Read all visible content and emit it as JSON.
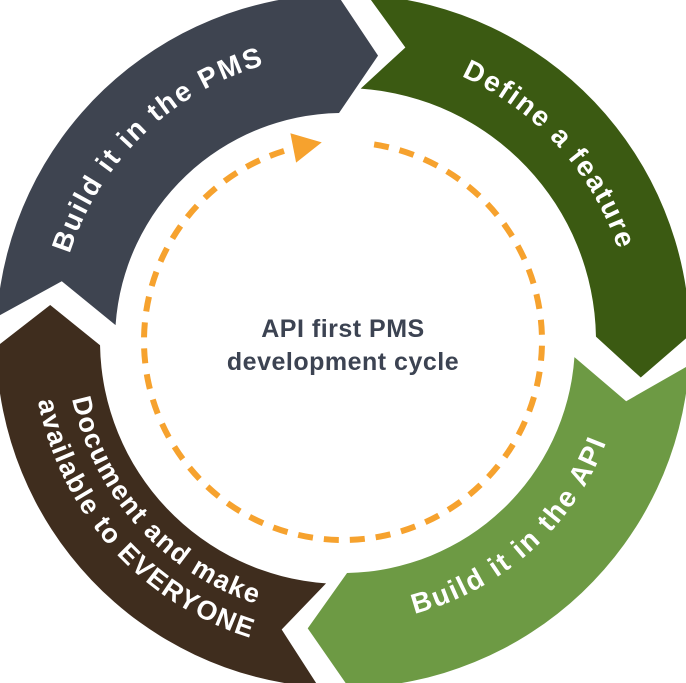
{
  "diagram": {
    "center_title": {
      "lines": [
        "API first PMS",
        "development cycle"
      ],
      "color": "#3C4352"
    },
    "flow_indicator": {
      "style": "dashed-circle",
      "direction": "clockwise",
      "color": "#F6A22E"
    },
    "segments": [
      {
        "id": "build-pms",
        "lines": [
          "Build it in the PMS"
        ],
        "color": "#3E4450",
        "text_color": "#FFFFFF"
      },
      {
        "id": "define-feature",
        "lines": [
          "Define a feature"
        ],
        "color": "#3B5A12",
        "text_color": "#FFFFFF"
      },
      {
        "id": "build-api",
        "lines": [
          "Build it in the API"
        ],
        "color": "#6D9A44",
        "text_color": "#FFFFFF"
      },
      {
        "id": "document-everyone",
        "lines": [
          "Document and make",
          "available to EVERYONE"
        ],
        "color": "#3F2D1E",
        "text_color": "#FFFFFF"
      }
    ]
  }
}
